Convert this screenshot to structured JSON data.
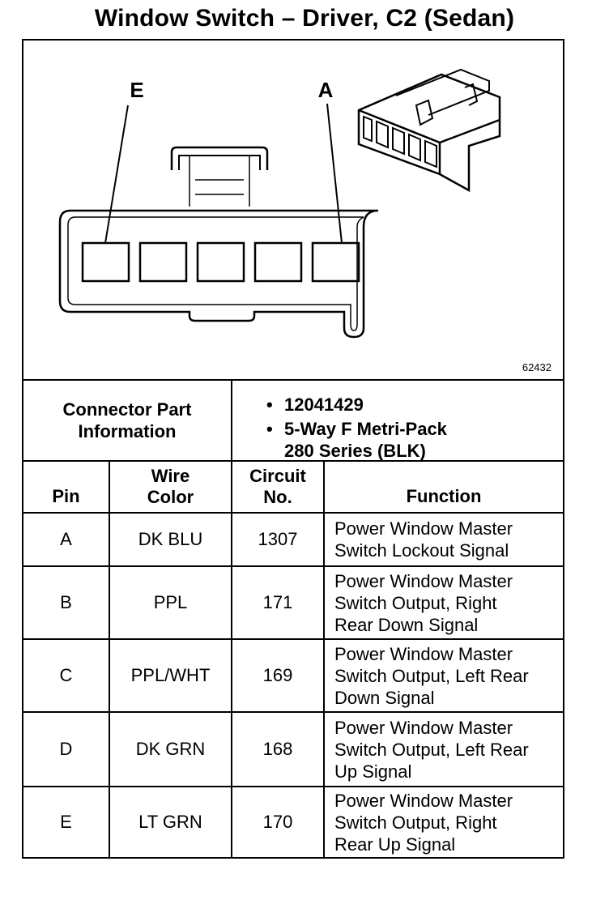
{
  "title": "Window Switch – Driver, C2 (Sedan)",
  "diagram": {
    "pin_label_left": "E",
    "pin_label_right": "A",
    "figure_id": "62432"
  },
  "connector_info": {
    "label_line1": "Connector Part",
    "label_line2": "Information",
    "bullets": [
      [
        "12041429"
      ],
      [
        "5-Way F Metri-Pack",
        "280 Series (BLK)"
      ]
    ]
  },
  "table": {
    "headers": {
      "pin": "Pin",
      "wire_color_line1": "Wire",
      "wire_color_line2": "Color",
      "circuit_line1": "Circuit",
      "circuit_line2": "No.",
      "function": "Function"
    },
    "rows": [
      {
        "pin": "A",
        "wire_color": "DK BLU",
        "circuit": "1307",
        "function": [
          "Power Window Master",
          "Switch Lockout Signal"
        ]
      },
      {
        "pin": "B",
        "wire_color": "PPL",
        "circuit": "171",
        "function": [
          "Power Window Master",
          "Switch Output, Right",
          "Rear Down Signal"
        ]
      },
      {
        "pin": "C",
        "wire_color": "PPL/WHT",
        "circuit": "169",
        "function": [
          "Power Window Master",
          "Switch Output, Left Rear",
          "Down Signal"
        ]
      },
      {
        "pin": "D",
        "wire_color": "DK GRN",
        "circuit": "168",
        "function": [
          "Power Window Master",
          "Switch Output, Left Rear",
          "Up Signal"
        ]
      },
      {
        "pin": "E",
        "wire_color": "LT GRN",
        "circuit": "170",
        "function": [
          "Power Window Master",
          "Switch Output, Right",
          "Rear Up Signal"
        ]
      }
    ]
  }
}
